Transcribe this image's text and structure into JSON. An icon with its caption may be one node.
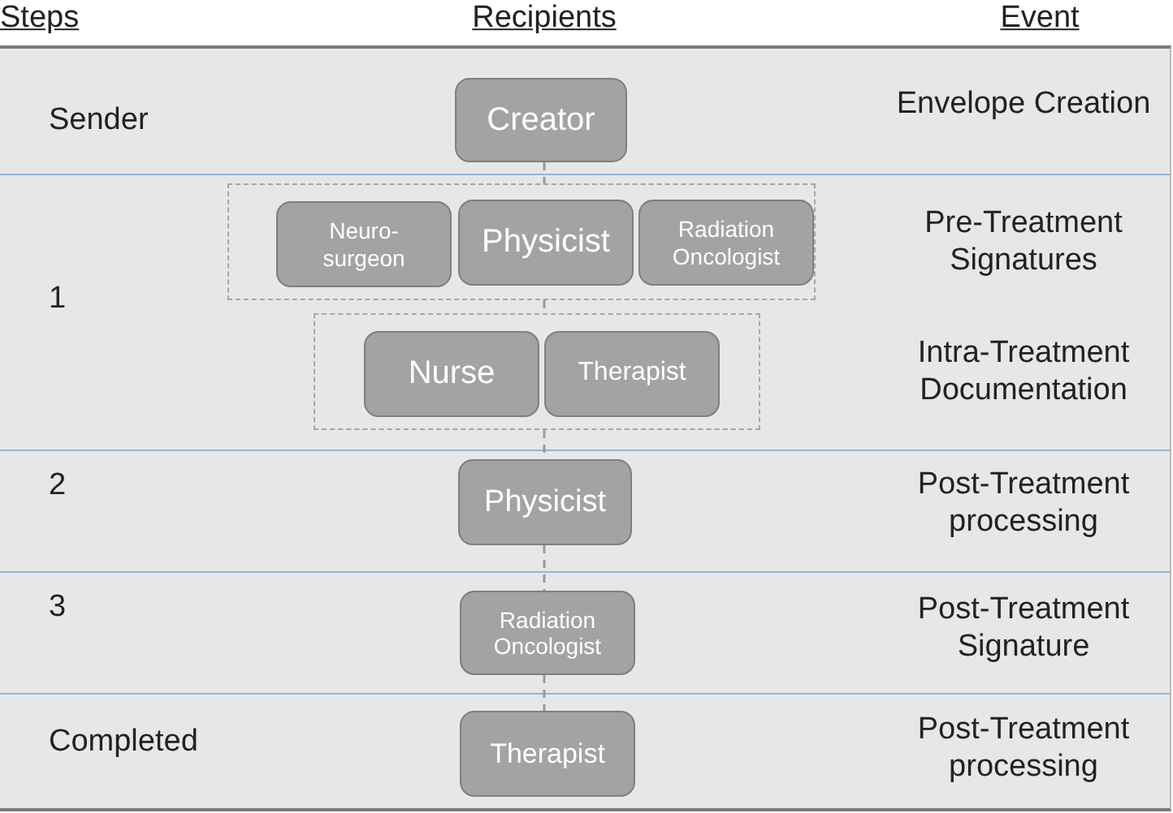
{
  "diagram": {
    "nodes": [
      {
        "text": [
          "Creator"
        ]
      },
      {
        "text": [],
        "shape": "box"
      },
      {
        "text": [
          "Neuro- surgeon"
        ],
        "in": 1
      },
      {
        "text": [
          "Physicist"
        ],
        "in": 1
      },
      {
        "text": [
          "Radiation Oncologist"
        ],
        "in": 1
      },
      {
        "text": [],
        "shape": "box"
      },
      {
        "text": [
          "Nurse"
        ],
        "in": 5
      },
      {
        "text": [
          "Therapist"
        ],
        "in": 5
      },
      {
        "text": [
          "Physicist"
        ]
      },
      {
        "text": [
          "Radiation Oncologist"
        ]
      },
      {
        "text": [
          "Therapist"
        ]
      }
    ],
    "edges": [
      {
        "from": 0,
        "to": 1,
        "arrow": "none",
        "style": "dashed"
      },
      {
        "from": 1,
        "to": 5,
        "arrow": "none",
        "style": "dashed"
      },
      {
        "from": 5,
        "to": 8,
        "arrow": "none",
        "style": "dashed"
      },
      {
        "from": 8,
        "to": 9,
        "arrow": "none",
        "style": "dashed"
      },
      {
        "from": 9,
        "to": 10,
        "arrow": "none",
        "style": "dashed"
      }
    ],
    "labels": [
      "Steps",
      "Recipients",
      "Event",
      "Sender",
      "Envelope Creation",
      "1",
      "Pre-Treatment Signatures",
      "Intra-Treatment Documentation",
      "2",
      "Post-Treatment processing",
      "3",
      "Post-Treatment Signature",
      "Completed",
      "Post-Treatment processing"
    ]
  }
}
